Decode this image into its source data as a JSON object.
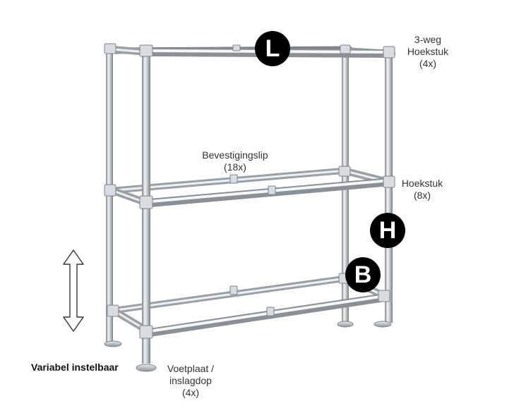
{
  "badges": {
    "length": "L",
    "height": "H",
    "depth": "B"
  },
  "labels": {
    "corner3way": {
      "line1": "3-weg",
      "line2": "Hoekstuk",
      "line3": "(4x)"
    },
    "corner": {
      "line1": "Hoekstuk",
      "line2": "(8x)"
    },
    "clip": {
      "line1": "Bevestigingslip",
      "line2": "(18x)"
    },
    "foot": {
      "line1": "Voetplaat /",
      "line2": "inslagdop",
      "line3": "(4x)"
    },
    "adjustable": "Variabel instelbaar"
  },
  "colors": {
    "tube_light": "#f2f4f6",
    "tube_mid": "#c4c9ce",
    "tube_dark": "#8a9096",
    "badge": "#000000",
    "text": "#333333"
  },
  "icons": {
    "adjust": "double-arrow-vertical-icon"
  }
}
